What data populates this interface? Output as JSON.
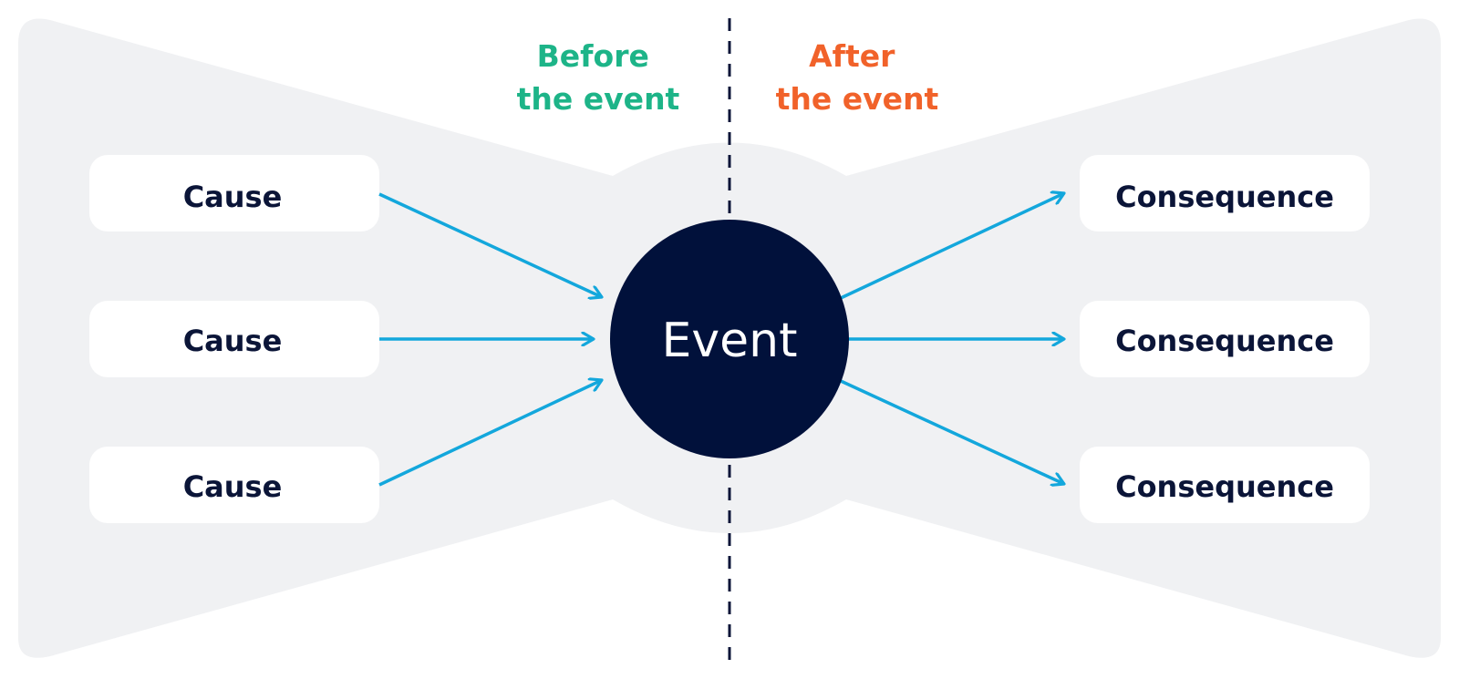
{
  "headings": {
    "before": [
      "Before",
      "the event"
    ],
    "after": [
      "After",
      "the event"
    ]
  },
  "event": {
    "label": "Event"
  },
  "causes": [
    "Cause",
    "Cause",
    "Cause"
  ],
  "consequences": [
    "Consequence",
    "Consequence",
    "Consequence"
  ],
  "colors": {
    "background_shape": "#f0f1f3",
    "box_fill": "#ffffff",
    "event_fill": "#01113b",
    "arrow": "#13a7dc",
    "divider": "#0b1538",
    "before_heading": "#1db488",
    "after_heading": "#f1622a",
    "box_text": "#0b1538"
  }
}
